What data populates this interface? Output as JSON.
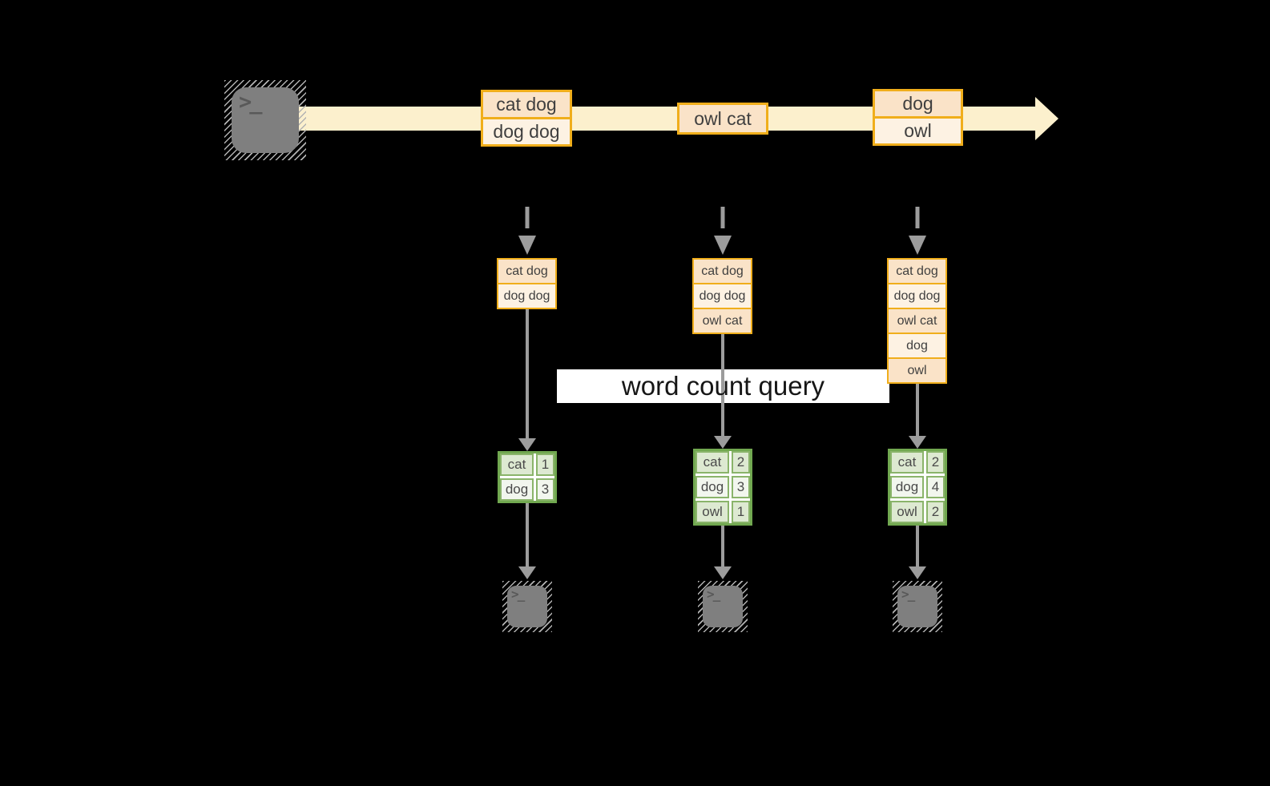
{
  "palette": {
    "background": "#000000",
    "stream_band": "#FCF0CD",
    "event_border": "#F0AE1B",
    "event_fill_dark": "#FAE3C8",
    "event_fill_light": "#FDF2E3",
    "arrow_gray": "#9C9C9C",
    "table_border_green": "#71A850",
    "table_cell_green": "#DDE9D1",
    "table_cell_pale": "#F2F6EE",
    "terminal_gray": "#7F7F7F"
  },
  "source": {
    "icon": "terminal-icon",
    "prompt": ">_"
  },
  "stream_events": [
    {
      "lines": [
        "cat dog",
        "dog dog"
      ]
    },
    {
      "lines": [
        "owl cat"
      ]
    },
    {
      "lines": [
        "dog",
        "owl"
      ]
    }
  ],
  "query": {
    "label": "word count query"
  },
  "pipelines": [
    {
      "buffer": [
        "cat dog",
        "dog dog"
      ],
      "counts": [
        [
          "cat",
          "1"
        ],
        [
          "dog",
          "3"
        ]
      ],
      "sink_prompt": ">_"
    },
    {
      "buffer": [
        "cat dog",
        "dog dog",
        "owl cat"
      ],
      "counts": [
        [
          "cat",
          "2"
        ],
        [
          "dog",
          "3"
        ],
        [
          "owl",
          "1"
        ]
      ],
      "sink_prompt": ">_"
    },
    {
      "buffer": [
        "cat dog",
        "dog dog",
        "owl cat",
        "dog",
        "owl"
      ],
      "counts": [
        [
          "cat",
          "2"
        ],
        [
          "dog",
          "4"
        ],
        [
          "owl",
          "2"
        ]
      ],
      "sink_prompt": ">_"
    }
  ]
}
